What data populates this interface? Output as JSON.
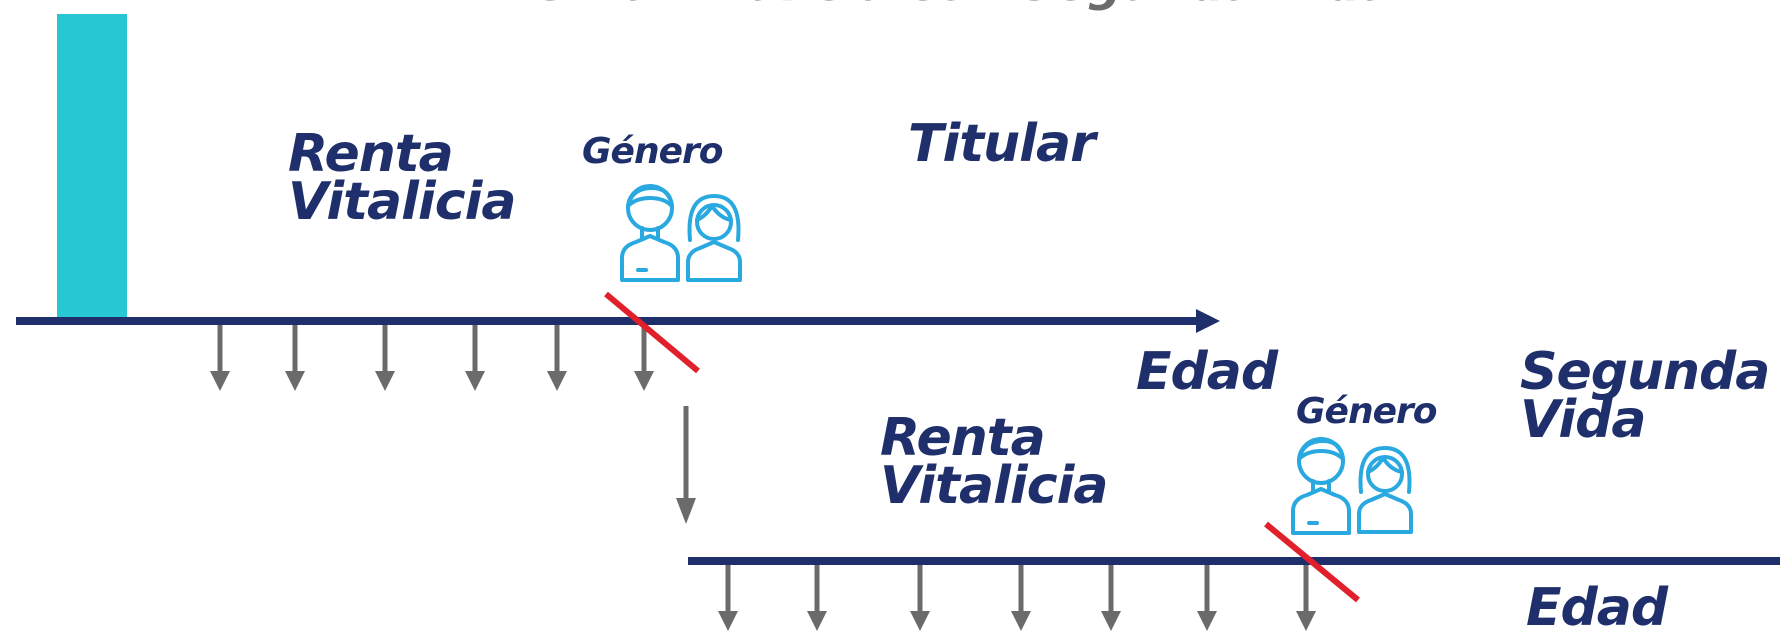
{
  "header_partial": "Renta Vitalicia con Segunda Vida",
  "colors": {
    "navy": "#1f2f6b",
    "accent_bar": "#27c8d4",
    "icon_blue": "#2aa9e0",
    "arrow_gray": "#6b6b6b",
    "strike_red": "#e0202a"
  },
  "titular": {
    "product_line1": "Renta",
    "product_line2": "Vitalicia",
    "genero_label": "Género",
    "role_label": "Titular",
    "axis_label": "Edad",
    "payment_arrow_count": 6,
    "icons": [
      "man-icon",
      "woman-icon"
    ]
  },
  "segunda_vida": {
    "product_line1": "Renta",
    "product_line2": "Vitalicia",
    "genero_label": "Género",
    "role_line1": "Segunda",
    "role_line2": "Vida",
    "axis_label": "Edad",
    "payment_arrow_count": 7,
    "icons": [
      "man-icon",
      "woman-icon"
    ]
  }
}
